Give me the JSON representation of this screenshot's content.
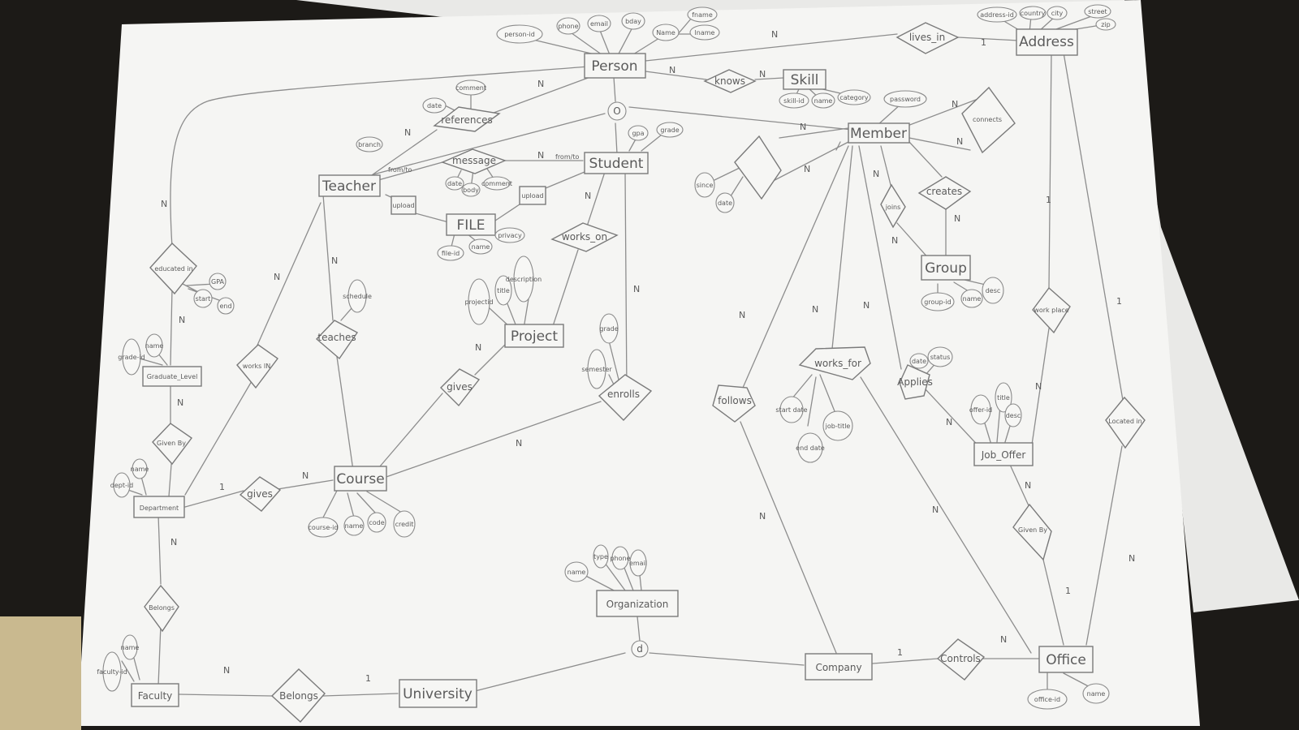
{
  "colors": {
    "background": "#1c1a17",
    "paper": "#f5f5f3",
    "paper_back": "#eeeeec",
    "pencil": "#7f7f7f"
  },
  "entities": {
    "person": "Person",
    "address": "Address",
    "skill": "Skill",
    "member": "Member",
    "teacher": "Teacher",
    "student": "Student",
    "file": "FILE",
    "group": "Group",
    "project": "Project",
    "graduate_level": "Graduate_Level",
    "course": "Course",
    "department": "Department",
    "job_offer": "Job_Offer",
    "organization": "Organization",
    "company": "Company",
    "office": "Office",
    "faculty": "Faculty",
    "university": "University"
  },
  "relationships": {
    "lives_in": "lives_in",
    "knows": "knows",
    "references": "references",
    "message": "message",
    "connects": "connects",
    "educated_in": "educated in",
    "works_on": "works_on",
    "joins": "joins",
    "creates": "creates",
    "teaches": "teaches",
    "works_in": "works IN",
    "gives": "gives",
    "enrolls": "enrolls",
    "follows": "follows",
    "works_for": "works_for",
    "applies": "Applies",
    "work_place": "work place",
    "located_in": "Located in",
    "given_by_dept": "Given By",
    "gives_course": "gives",
    "belongs": "Belongs",
    "belongs_univ": "Belongs",
    "given_by_office": "Given By",
    "controls": "Controls"
  },
  "specializations": {
    "person": "O",
    "organization": "d"
  },
  "attributes": {
    "person": [
      "person-id",
      "phone",
      "email",
      "bday",
      "Name",
      "fname",
      "lname"
    ],
    "address": [
      "address-id",
      "country",
      "city",
      "street",
      "zip"
    ],
    "skill": [
      "skill-id",
      "name",
      "category"
    ],
    "member": [
      "password"
    ],
    "references": [
      "date",
      "comment"
    ],
    "teacher": [
      "branch"
    ],
    "message": [
      "date",
      "body",
      "comment"
    ],
    "student": [
      "gpa",
      "grade"
    ],
    "file": [
      "file-id",
      "name",
      "privacy"
    ],
    "educated_in": [
      "start",
      "end",
      "GPA"
    ],
    "graduate_level": [
      "grade-id",
      "name"
    ],
    "teaches": [
      "schedule"
    ],
    "project": [
      "projectid",
      "title",
      "description"
    ],
    "enrolls": [
      "grade",
      "semester"
    ],
    "course": [
      "course-id",
      "name",
      "code",
      "credit"
    ],
    "department": [
      "dept-id",
      "name"
    ],
    "faculty": [
      "faculty-id",
      "name"
    ],
    "works_for": [
      "start date",
      "end date",
      "job-title"
    ],
    "applies": [
      "date",
      "status"
    ],
    "job_offer": [
      "offer-id",
      "title",
      "desc"
    ],
    "group": [
      "group-id",
      "name",
      "desc"
    ],
    "organization": [
      "name",
      "type",
      "phone",
      "email"
    ],
    "office": [
      "office-id",
      "name"
    ],
    "connects_side": [
      "since",
      "date"
    ]
  },
  "roles": {
    "sender": "from/to",
    "receiver": "from/to",
    "upload_teacher": "upload",
    "upload_student": "upload"
  },
  "cardinality": {
    "one": "1",
    "many": "N"
  }
}
